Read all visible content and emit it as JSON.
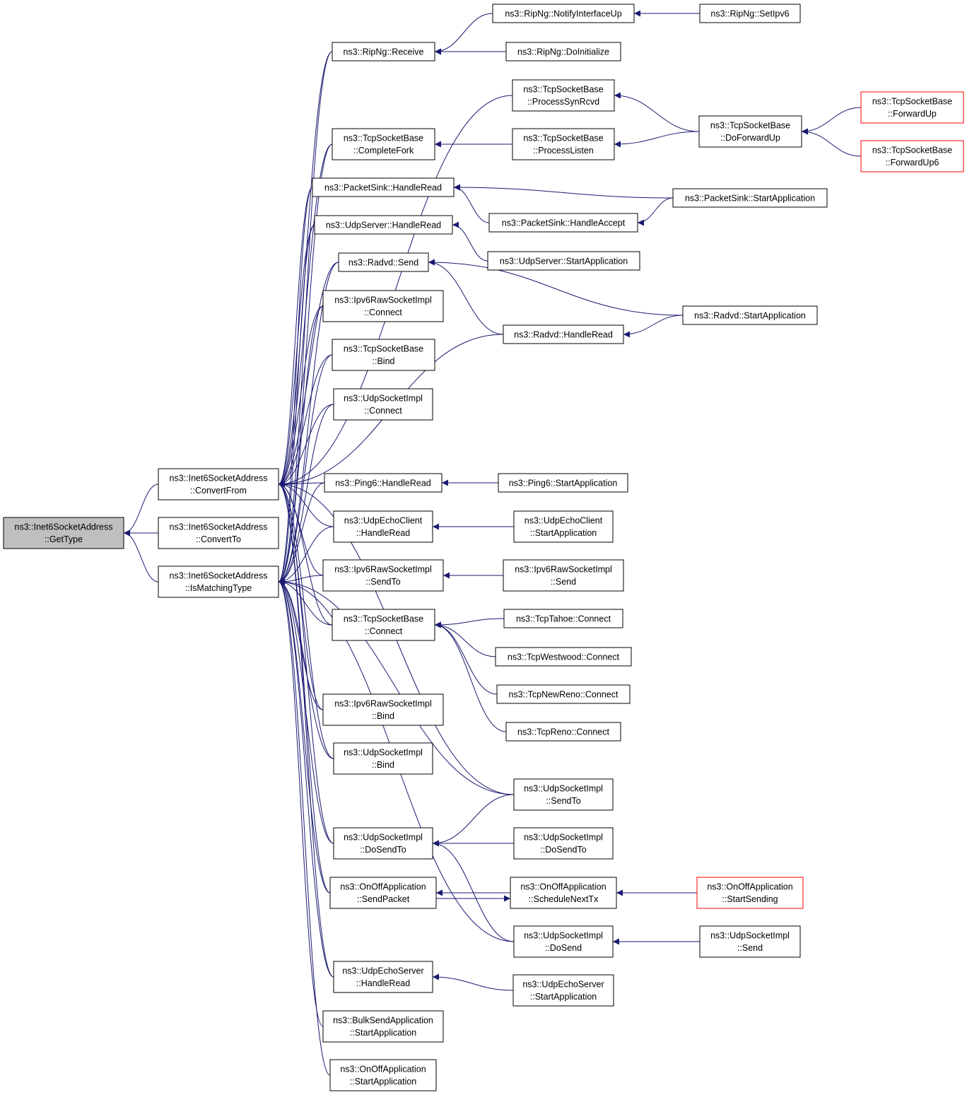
{
  "nodes": [
    {
      "id": "gettype",
      "lines": [
        "ns3::Inet6SocketAddress",
        "::GetType"
      ],
      "style": "root"
    },
    {
      "id": "convertfrom",
      "lines": [
        "ns3::Inet6SocketAddress",
        "::ConvertFrom"
      ],
      "style": "normal"
    },
    {
      "id": "convertto",
      "lines": [
        "ns3::Inet6SocketAddress",
        "::ConvertTo"
      ],
      "style": "normal"
    },
    {
      "id": "ismatching",
      "lines": [
        "ns3::Inet6SocketAddress",
        "::IsMatchingType"
      ],
      "style": "normal"
    },
    {
      "id": "ripngreceive",
      "lines": [
        "ns3::RipNg::Receive"
      ],
      "style": "normal"
    },
    {
      "id": "ripngnotify",
      "lines": [
        "ns3::RipNg::NotifyInterfaceUp"
      ],
      "style": "normal"
    },
    {
      "id": "ripngsetipv6",
      "lines": [
        "ns3::RipNg::SetIpv6"
      ],
      "style": "normal"
    },
    {
      "id": "ripngdoinit",
      "lines": [
        "ns3::RipNg::DoInitialize"
      ],
      "style": "normal"
    },
    {
      "id": "tcpsynrcvd",
      "lines": [
        "ns3::TcpSocketBase",
        "::ProcessSynRcvd"
      ],
      "style": "normal"
    },
    {
      "id": "tcpdoforwardup",
      "lines": [
        "ns3::TcpSocketBase",
        "::DoForwardUp"
      ],
      "style": "normal"
    },
    {
      "id": "tcpforwardup",
      "lines": [
        "ns3::TcpSocketBase",
        "::ForwardUp"
      ],
      "style": "red"
    },
    {
      "id": "tcpforwardup6",
      "lines": [
        "ns3::TcpSocketBase",
        "::ForwardUp6"
      ],
      "style": "red"
    },
    {
      "id": "tcpcompletefork",
      "lines": [
        "ns3::TcpSocketBase",
        "::CompleteFork"
      ],
      "style": "normal"
    },
    {
      "id": "tcpprocesslisten",
      "lines": [
        "ns3::TcpSocketBase",
        "::ProcessListen"
      ],
      "style": "normal"
    },
    {
      "id": "pshandleread",
      "lines": [
        "ns3::PacketSink::HandleRead"
      ],
      "style": "normal"
    },
    {
      "id": "psstartapp",
      "lines": [
        "ns3::PacketSink::StartApplication"
      ],
      "style": "normal"
    },
    {
      "id": "pshandleaccept",
      "lines": [
        "ns3::PacketSink::HandleAccept"
      ],
      "style": "normal"
    },
    {
      "id": "udpserverhandleread",
      "lines": [
        "ns3::UdpServer::HandleRead"
      ],
      "style": "normal"
    },
    {
      "id": "udpserverstartapp",
      "lines": [
        "ns3::UdpServer::StartApplication"
      ],
      "style": "normal"
    },
    {
      "id": "radvdsend",
      "lines": [
        "ns3::Radvd::Send"
      ],
      "style": "normal"
    },
    {
      "id": "radvdstartapp",
      "lines": [
        "ns3::Radvd::StartApplication"
      ],
      "style": "normal"
    },
    {
      "id": "radvdhandleread",
      "lines": [
        "ns3::Radvd::HandleRead"
      ],
      "style": "normal"
    },
    {
      "id": "ipv6rawconnect",
      "lines": [
        "ns3::Ipv6RawSocketImpl",
        "::Connect"
      ],
      "style": "normal"
    },
    {
      "id": "tcpbind",
      "lines": [
        "ns3::TcpSocketBase",
        "::Bind"
      ],
      "style": "normal"
    },
    {
      "id": "udpimplconnect",
      "lines": [
        "ns3::UdpSocketImpl",
        "::Connect"
      ],
      "style": "normal"
    },
    {
      "id": "ping6handleread",
      "lines": [
        "ns3::Ping6::HandleRead"
      ],
      "style": "normal"
    },
    {
      "id": "ping6startapp",
      "lines": [
        "ns3::Ping6::StartApplication"
      ],
      "style": "normal"
    },
    {
      "id": "udpechoclienthandleread",
      "lines": [
        "ns3::UdpEchoClient",
        "::HandleRead"
      ],
      "style": "normal"
    },
    {
      "id": "udpechoclientstartapp",
      "lines": [
        "ns3::UdpEchoClient",
        "::StartApplication"
      ],
      "style": "normal"
    },
    {
      "id": "ipv6rawsendto",
      "lines": [
        "ns3::Ipv6RawSocketImpl",
        "::SendTo"
      ],
      "style": "normal"
    },
    {
      "id": "ipv6rawsend",
      "lines": [
        "ns3::Ipv6RawSocketImpl",
        "::Send"
      ],
      "style": "normal"
    },
    {
      "id": "tcpconnect",
      "lines": [
        "ns3::TcpSocketBase",
        "::Connect"
      ],
      "style": "normal"
    },
    {
      "id": "tcptahoe",
      "lines": [
        "ns3::TcpTahoe::Connect"
      ],
      "style": "normal"
    },
    {
      "id": "tcpwestwood",
      "lines": [
        "ns3::TcpWestwood::Connect"
      ],
      "style": "normal"
    },
    {
      "id": "tcpnewreno",
      "lines": [
        "ns3::TcpNewReno::Connect"
      ],
      "style": "normal"
    },
    {
      "id": "tcpreno",
      "lines": [
        "ns3::TcpReno::Connect"
      ],
      "style": "normal"
    },
    {
      "id": "ipv6rawbind",
      "lines": [
        "ns3::Ipv6RawSocketImpl",
        "::Bind"
      ],
      "style": "normal"
    },
    {
      "id": "udpimplbind",
      "lines": [
        "ns3::UdpSocketImpl",
        "::Bind"
      ],
      "style": "normal"
    },
    {
      "id": "udpimplsendto",
      "lines": [
        "ns3::UdpSocketImpl",
        "::SendTo"
      ],
      "style": "normal"
    },
    {
      "id": "udpimpldosendto",
      "lines": [
        "ns3::UdpSocketImpl",
        "::DoSendTo"
      ],
      "style": "normal"
    },
    {
      "id": "udpimpldosendto2",
      "lines": [
        "ns3::UdpSocketImpl",
        "::DoSendTo"
      ],
      "style": "normal"
    },
    {
      "id": "onoffsendpacket",
      "lines": [
        "ns3::OnOffApplication",
        "::SendPacket"
      ],
      "style": "normal"
    },
    {
      "id": "onoffschedulenexttx",
      "lines": [
        "ns3::OnOffApplication",
        "::ScheduleNextTx"
      ],
      "style": "normal"
    },
    {
      "id": "onoffstartsending",
      "lines": [
        "ns3::OnOffApplication",
        "::StartSending"
      ],
      "style": "red"
    },
    {
      "id": "udpimpldosend",
      "lines": [
        "ns3::UdpSocketImpl",
        "::DoSend"
      ],
      "style": "normal"
    },
    {
      "id": "udpimplsend",
      "lines": [
        "ns3::UdpSocketImpl",
        "::Send"
      ],
      "style": "normal"
    },
    {
      "id": "udpechoserverhandleread",
      "lines": [
        "ns3::UdpEchoServer",
        "::HandleRead"
      ],
      "style": "normal"
    },
    {
      "id": "udpechoserverstartapp",
      "lines": [
        "ns3::UdpEchoServer",
        "::StartApplication"
      ],
      "style": "normal"
    },
    {
      "id": "bulksendstartapp",
      "lines": [
        "ns3::BulkSendApplication",
        "::StartApplication"
      ],
      "style": "normal"
    },
    {
      "id": "onoffstartapp",
      "lines": [
        "ns3::OnOffApplication",
        "::StartApplication"
      ],
      "style": "normal"
    }
  ],
  "edges": [
    [
      "convertfrom",
      "gettype"
    ],
    [
      "convertto",
      "gettype"
    ],
    [
      "ismatching",
      "gettype"
    ],
    [
      "ripngreceive",
      "convertfrom"
    ],
    [
      "tcpsynrcvd",
      "convertfrom"
    ],
    [
      "tcpcompletefork",
      "convertfrom"
    ],
    [
      "pshandleread",
      "convertfrom"
    ],
    [
      "udpserverhandleread",
      "convertfrom"
    ],
    [
      "radvdsend",
      "convertfrom"
    ],
    [
      "ipv6rawconnect",
      "convertfrom"
    ],
    [
      "tcpbind",
      "convertfrom"
    ],
    [
      "udpimplconnect",
      "convertfrom"
    ],
    [
      "radvdhandleread",
      "convertfrom"
    ],
    [
      "ping6handleread",
      "convertfrom"
    ],
    [
      "udpechoclienthandleread",
      "convertfrom"
    ],
    [
      "ipv6rawsendto",
      "convertfrom"
    ],
    [
      "tcpconnect",
      "convertfrom"
    ],
    [
      "ipv6rawbind",
      "convertfrom"
    ],
    [
      "udpimplbind",
      "convertfrom"
    ],
    [
      "udpimplsendto",
      "convertfrom"
    ],
    [
      "udpimpldosendto",
      "convertfrom"
    ],
    [
      "onoffsendpacket",
      "convertfrom"
    ],
    [
      "udpechoserverhandleread",
      "convertfrom"
    ],
    [
      "ripngreceive",
      "ismatching"
    ],
    [
      "tcpcompletefork",
      "ismatching"
    ],
    [
      "pshandleread",
      "ismatching"
    ],
    [
      "udpserverhandleread",
      "ismatching"
    ],
    [
      "radvdsend",
      "ismatching"
    ],
    [
      "ipv6rawconnect",
      "ismatching"
    ],
    [
      "tcpbind",
      "ismatching"
    ],
    [
      "udpimplconnect",
      "ismatching"
    ],
    [
      "ping6handleread",
      "ismatching"
    ],
    [
      "udpechoclienthandleread",
      "ismatching"
    ],
    [
      "ipv6rawsendto",
      "ismatching"
    ],
    [
      "tcpconnect",
      "ismatching"
    ],
    [
      "ipv6rawbind",
      "ismatching"
    ],
    [
      "udpimplbind",
      "ismatching"
    ],
    [
      "udpimplsendto",
      "ismatching"
    ],
    [
      "udpimpldosendto",
      "ismatching"
    ],
    [
      "onoffsendpacket",
      "ismatching"
    ],
    [
      "udpimpldosend",
      "ismatching"
    ],
    [
      "udpechoserverhandleread",
      "ismatching"
    ],
    [
      "bulksendstartapp",
      "ismatching"
    ],
    [
      "onoffstartapp",
      "ismatching"
    ],
    [
      "ripngnotify",
      "ripngreceive"
    ],
    [
      "ripngdoinit",
      "ripngreceive"
    ],
    [
      "ripngsetipv6",
      "ripngnotify"
    ],
    [
      "tcpdoforwardup",
      "tcpsynrcvd"
    ],
    [
      "tcpdoforwardup",
      "tcpprocesslisten"
    ],
    [
      "tcpforwardup",
      "tcpdoforwardup"
    ],
    [
      "tcpforwardup6",
      "tcpdoforwardup"
    ],
    [
      "tcpprocesslisten",
      "tcpcompletefork"
    ],
    [
      "psstartapp",
      "pshandleread"
    ],
    [
      "pshandleaccept",
      "pshandleread"
    ],
    [
      "psstartapp",
      "pshandleaccept"
    ],
    [
      "udpserverstartapp",
      "udpserverhandleread"
    ],
    [
      "radvdstartapp",
      "radvdsend"
    ],
    [
      "radvdhandleread",
      "radvdsend"
    ],
    [
      "radvdstartapp",
      "radvdhandleread"
    ],
    [
      "ping6startapp",
      "ping6handleread"
    ],
    [
      "udpechoclientstartapp",
      "udpechoclienthandleread"
    ],
    [
      "ipv6rawsend",
      "ipv6rawsendto"
    ],
    [
      "tcptahoe",
      "tcpconnect"
    ],
    [
      "tcpwestwood",
      "tcpconnect"
    ],
    [
      "tcpnewreno",
      "tcpconnect"
    ],
    [
      "tcpreno",
      "tcpconnect"
    ],
    [
      "udpimplsendto",
      "udpimpldosendto"
    ],
    [
      "udpimpldosendto2",
      "udpimpldosendto"
    ],
    [
      "udpimpldosend",
      "udpimpldosendto"
    ],
    [
      "onoffschedulenexttx",
      "onoffsendpacket"
    ],
    [
      "onoffsendpacket",
      "onoffschedulenexttx"
    ],
    [
      "onoffstartsending",
      "onoffschedulenexttx"
    ],
    [
      "udpimplsend",
      "udpimpldosend"
    ],
    [
      "udpechoserverstartapp",
      "udpechoserverhandleread"
    ]
  ]
}
